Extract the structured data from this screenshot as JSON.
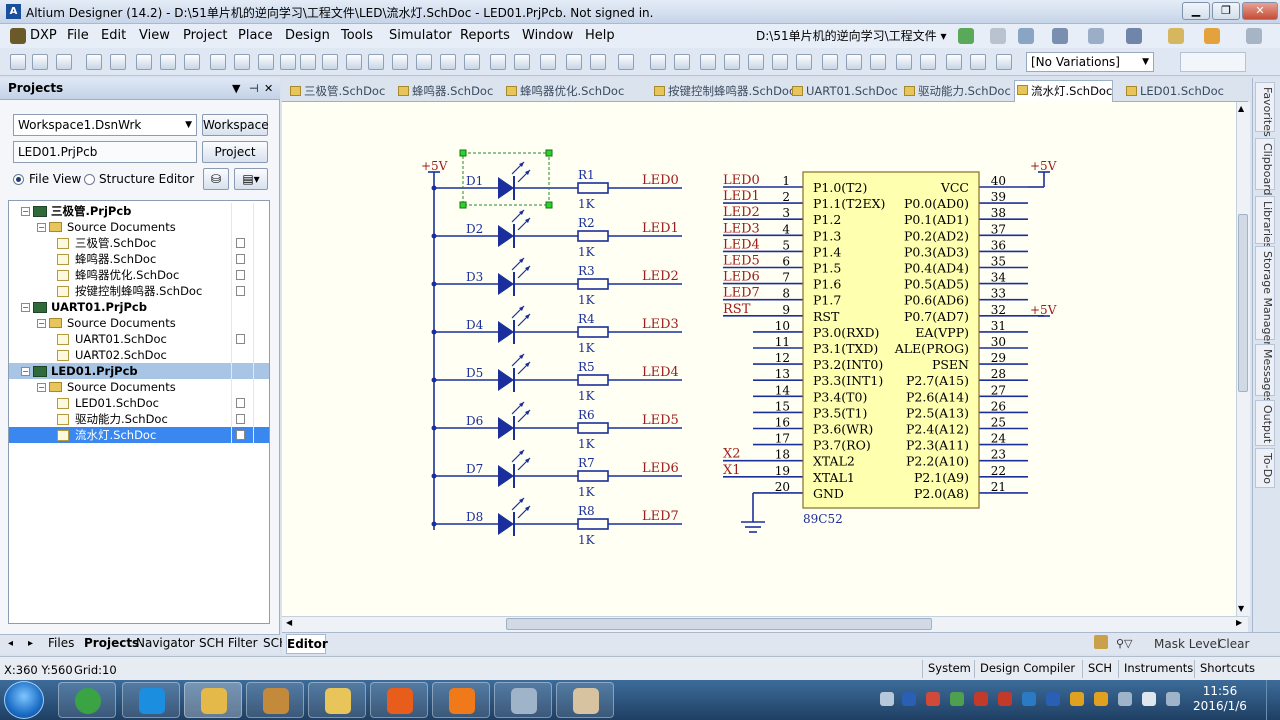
{
  "window": {
    "title": "Altium Designer (14.2) - D:\\51单片机的逆向学习\\工程文件\\LED\\流水灯.SchDoc - LED01.PrjPcb. Not signed in.",
    "app_icon": "A"
  },
  "menu": {
    "items": [
      "DXP",
      "File",
      "Edit",
      "View",
      "Project",
      "Place",
      "Design",
      "Tools",
      "Simulator",
      "Reports",
      "Window",
      "Help"
    ],
    "path": "D:\\51单片机的逆向学习\\工程文件 ▾"
  },
  "toolbar": {
    "variations": "[No Variations]"
  },
  "projects_panel": {
    "title": "Projects",
    "workspace_combo": "Workspace1.DsnWrk",
    "workspace_button": "Workspace",
    "project_field": "LED01.PrjPcb",
    "project_button": "Project",
    "file_view": "File View",
    "structure_editor": "Structure Editor",
    "tree": [
      {
        "type": "project",
        "label": "三极管.PrjPcb"
      },
      {
        "type": "folder",
        "label": "Source Documents"
      },
      {
        "type": "doc",
        "label": "三极管.SchDoc"
      },
      {
        "type": "doc",
        "label": "蜂鸣器.SchDoc"
      },
      {
        "type": "doc",
        "label": "蜂鸣器优化.SchDoc"
      },
      {
        "type": "doc",
        "label": "按键控制蜂鸣器.SchDoc"
      },
      {
        "type": "project",
        "label": "UART01.PrjPcb"
      },
      {
        "type": "folder",
        "label": "Source Documents"
      },
      {
        "type": "doc",
        "label": "UART01.SchDoc"
      },
      {
        "type": "doc",
        "label": "UART02.SchDoc"
      },
      {
        "type": "project",
        "label": "LED01.PrjPcb"
      },
      {
        "type": "folder",
        "label": "Source Documents"
      },
      {
        "type": "doc",
        "label": "LED01.SchDoc"
      },
      {
        "type": "doc",
        "label": "驱动能力.SchDoc"
      },
      {
        "type": "doc",
        "label": "流水灯.SchDoc"
      }
    ],
    "bottom_tabs": [
      "Files",
      "Projects",
      "Navigator",
      "SCH Filter",
      "SCH"
    ]
  },
  "document_tabs": [
    "三极管.SchDoc",
    "蜂鸣器.SchDoc",
    "蜂鸣器优化.SchDoc",
    "按键控制蜂鸣器.SchDoc",
    "UART01.SchDoc",
    "驱动能力.SchDoc",
    "流水灯.SchDoc",
    "LED01.SchDoc"
  ],
  "schematic": {
    "vcc_label": "+5V",
    "leds": [
      {
        "designator": "D1",
        "resistor": "R1",
        "value": "1K",
        "net": "LED0"
      },
      {
        "designator": "D2",
        "resistor": "R2",
        "value": "1K",
        "net": "LED1"
      },
      {
        "designator": "D3",
        "resistor": "R3",
        "value": "1K",
        "net": "LED2"
      },
      {
        "designator": "D4",
        "resistor": "R4",
        "value": "1K",
        "net": "LED3"
      },
      {
        "designator": "D5",
        "resistor": "R5",
        "value": "1K",
        "net": "LED4"
      },
      {
        "designator": "D6",
        "resistor": "R6",
        "value": "1K",
        "net": "LED5"
      },
      {
        "designator": "D7",
        "resistor": "R7",
        "value": "1K",
        "net": "LED6"
      },
      {
        "designator": "D8",
        "resistor": "R8",
        "value": "1K",
        "net": "LED7"
      }
    ],
    "chip": {
      "name": "89C52",
      "left_pins": [
        {
          "num": "1",
          "name": "P1.0(T2)",
          "net": "LED0"
        },
        {
          "num": "2",
          "name": "P1.1(T2EX)",
          "net": "LED1"
        },
        {
          "num": "3",
          "name": "P1.2",
          "net": "LED2"
        },
        {
          "num": "4",
          "name": "P1.3",
          "net": "LED3"
        },
        {
          "num": "5",
          "name": "P1.4",
          "net": "LED4"
        },
        {
          "num": "6",
          "name": "P1.5",
          "net": "LED5"
        },
        {
          "num": "7",
          "name": "P1.6",
          "net": "LED6"
        },
        {
          "num": "8",
          "name": "P1.7",
          "net": "LED7"
        },
        {
          "num": "9",
          "name": "RST",
          "net": "RST"
        },
        {
          "num": "10",
          "name": "P3.0(RXD)",
          "net": ""
        },
        {
          "num": "11",
          "name": "P3.1(TXD)",
          "net": ""
        },
        {
          "num": "12",
          "name": "P3.2(INT0)",
          "net": ""
        },
        {
          "num": "13",
          "name": "P3.3(INT1)",
          "net": ""
        },
        {
          "num": "14",
          "name": "P3.4(T0)",
          "net": ""
        },
        {
          "num": "15",
          "name": "P3.5(T1)",
          "net": ""
        },
        {
          "num": "16",
          "name": "P3.6(WR)",
          "net": ""
        },
        {
          "num": "17",
          "name": "P3.7(RO)",
          "net": ""
        },
        {
          "num": "18",
          "name": "XTAL2",
          "net": "X2"
        },
        {
          "num": "19",
          "name": "XTAL1",
          "net": "X1"
        },
        {
          "num": "20",
          "name": "GND",
          "net": ""
        }
      ],
      "right_pins": [
        {
          "num": "40",
          "name": "VCC"
        },
        {
          "num": "39",
          "name": "P0.0(AD0)"
        },
        {
          "num": "38",
          "name": "P0.1(AD1)"
        },
        {
          "num": "37",
          "name": "P0.2(AD2)"
        },
        {
          "num": "36",
          "name": "P0.3(AD3)"
        },
        {
          "num": "35",
          "name": "P0.4(AD4)"
        },
        {
          "num": "34",
          "name": "P0.5(AD5)"
        },
        {
          "num": "33",
          "name": "P0.6(AD6)"
        },
        {
          "num": "32",
          "name": "P0.7(AD7)"
        },
        {
          "num": "31",
          "name": "EA(VPP)"
        },
        {
          "num": "30",
          "name": "ALE(PROG)"
        },
        {
          "num": "29",
          "name": "PSEN"
        },
        {
          "num": "28",
          "name": "P2.7(A15)"
        },
        {
          "num": "27",
          "name": "P2.6(A14)"
        },
        {
          "num": "26",
          "name": "P2.5(A13)"
        },
        {
          "num": "25",
          "name": "P2.4(A12)"
        },
        {
          "num": "24",
          "name": "P2.3(A11)"
        },
        {
          "num": "23",
          "name": "P2.2(A10)"
        },
        {
          "num": "22",
          "name": "P2.1(A9)"
        },
        {
          "num": "21",
          "name": "P2.0(A8)"
        }
      ]
    }
  },
  "editor": {
    "tab": "Editor",
    "mask_level": "Mask Level",
    "clear": "Clear"
  },
  "right_dock": [
    "Favorites",
    "Clipboard",
    "Libraries",
    "Storage Manager",
    "Messages",
    "Output",
    "To-Do"
  ],
  "status": {
    "coords": "X:360 Y:560",
    "grid": "Grid:10",
    "buttons": [
      "System",
      "Design Compiler",
      "SCH",
      "Instruments",
      "Shortcuts"
    ]
  },
  "clock": {
    "time": "11:56",
    "date": "2016/1/6"
  },
  "colors": {
    "wire": "#1b2f9c",
    "net_label": "#9c1b1b",
    "chip_fill": "#ffffb0",
    "selection": "#3a87ef"
  }
}
